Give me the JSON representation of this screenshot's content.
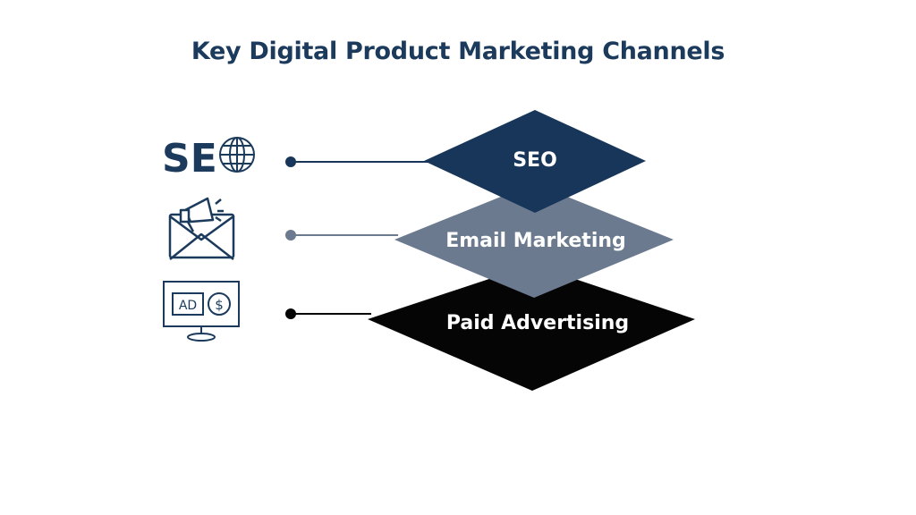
{
  "title": "Key Digital Product Marketing Channels",
  "colors": {
    "title": "#1b3a5c",
    "seo": "#173659",
    "email": "#6b7a8f",
    "paid": "#050505",
    "icon": "#1b3a5c"
  },
  "channels": [
    {
      "label": "SEO",
      "icon": "seo-globe-icon",
      "icon_text": "SE"
    },
    {
      "label": "Email Marketing",
      "icon": "envelope-megaphone-icon"
    },
    {
      "label": "Paid Advertising",
      "icon": "monitor-ad-icon",
      "icon_text": "AD",
      "icon_symbol": "$"
    }
  ]
}
